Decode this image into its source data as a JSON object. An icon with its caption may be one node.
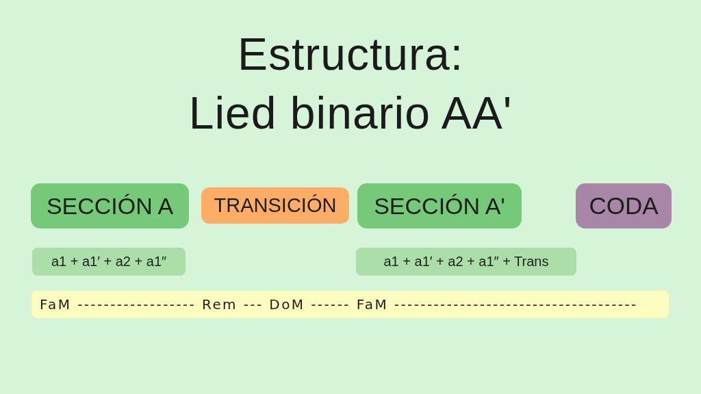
{
  "diagram": {
    "title": "Estructura: Lied binario AA'",
    "nodes": [
      {
        "text": [
          "SECCIÓN A"
        ]
      },
      {
        "text": [
          "TRANSICIÓN"
        ]
      },
      {
        "text": [
          "SECCIÓN A'"
        ]
      },
      {
        "text": [
          "CODA"
        ]
      },
      {
        "text": [
          "a1 + a1′ + a2 + a1″"
        ]
      },
      {
        "text": [
          "a1 + a1′ + a2 + a1″ + Trans"
        ]
      },
      {
        "text": [
          "FaM ------------------ Rem --- DoM ------ FaM -------------------------------------"
        ]
      }
    ]
  }
}
